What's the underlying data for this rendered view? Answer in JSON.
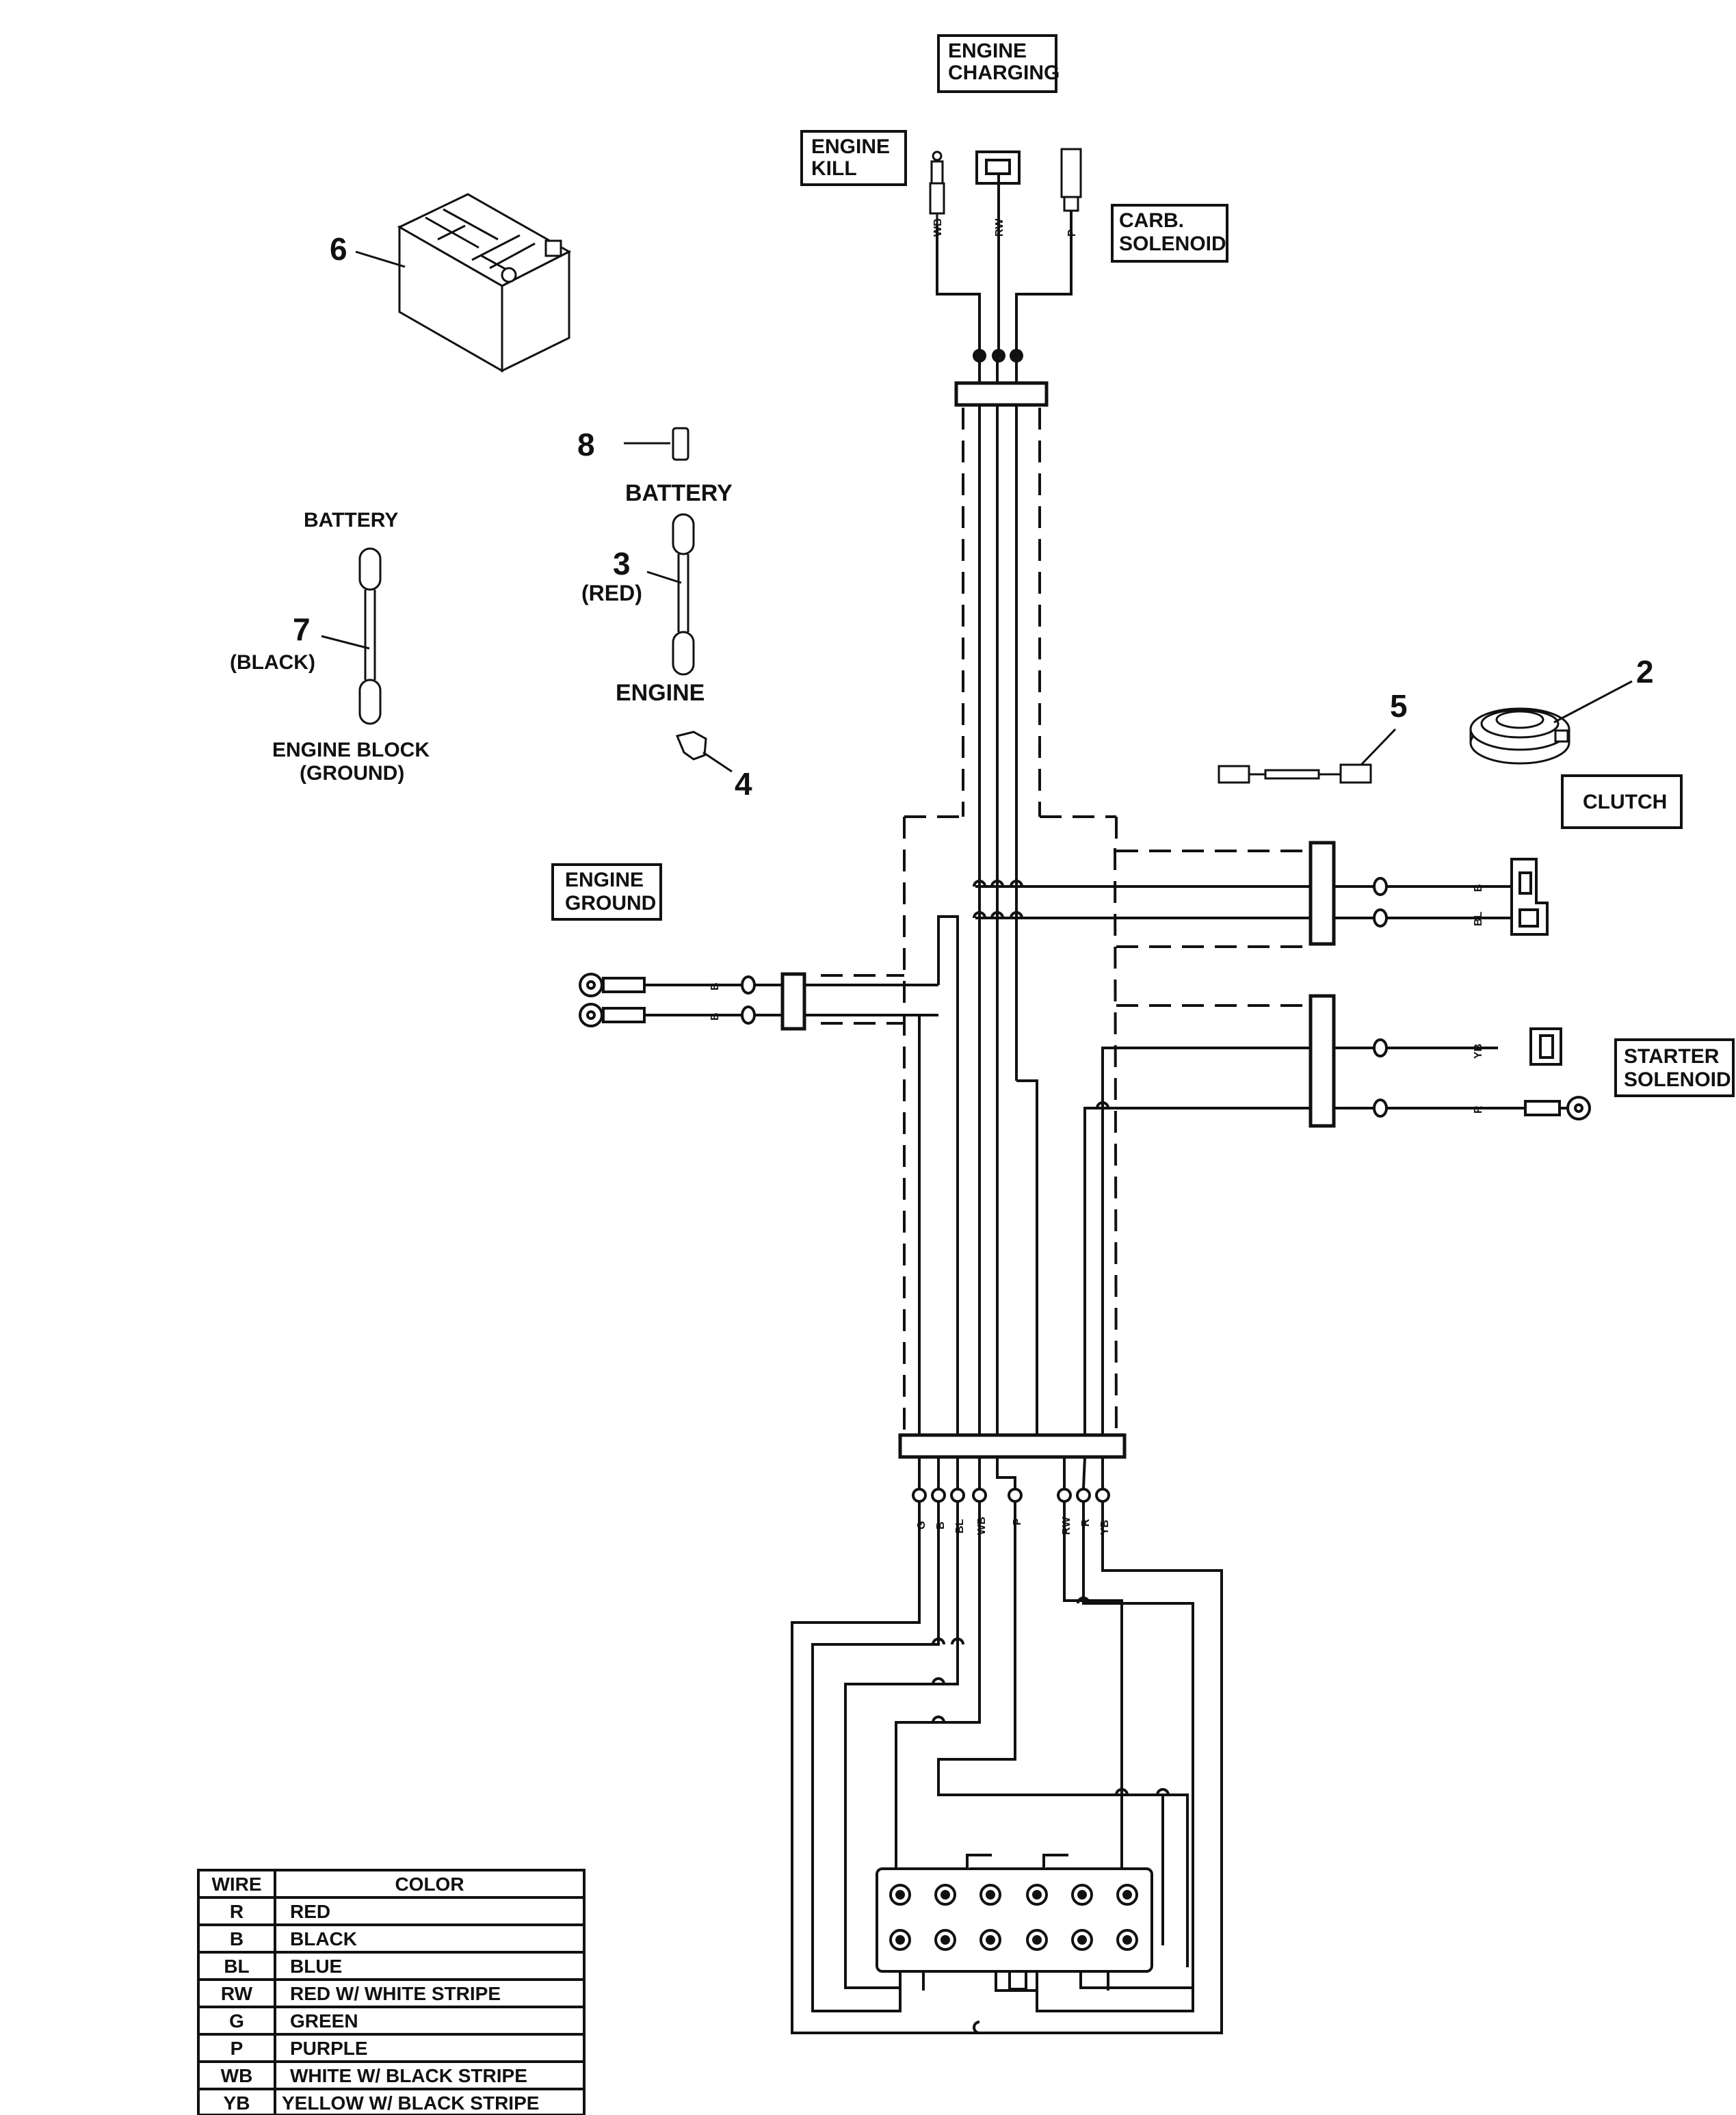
{
  "labels": {
    "engine_charging": [
      "ENGINE",
      "CHARGING"
    ],
    "engine_kill": [
      "ENGINE",
      "KILL"
    ],
    "carb_solenoid": [
      "CARB.",
      "SOLENOID"
    ],
    "clutch": "CLUTCH",
    "engine_ground": [
      "ENGINE",
      "GROUND"
    ],
    "starter_solenoid": [
      "STARTER",
      "SOLENOID"
    ]
  },
  "parts": {
    "battery": {
      "number": "6"
    },
    "fuse_holder": {
      "number": "8"
    },
    "red_cable": {
      "number": "3",
      "note": "(RED)",
      "top": "BATTERY",
      "bottom": "ENGINE"
    },
    "black_cable": {
      "number": "7",
      "note": "(BLACK)",
      "top": "BATTERY",
      "bottom": [
        "ENGINE BLOCK",
        "(GROUND)"
      ]
    },
    "terminal_boot": {
      "number": "4"
    },
    "diode_lead": {
      "number": "5"
    },
    "clutch_part": {
      "number": "2"
    }
  },
  "wire_tags": {
    "top": [
      "WB",
      "RW",
      "P"
    ],
    "clutch": [
      "B",
      "BL"
    ],
    "ground": [
      "B",
      "B"
    ],
    "starter": [
      "YB",
      "R"
    ],
    "bottom": [
      "G",
      "B",
      "BL",
      "WB",
      "P",
      "RW",
      "R",
      "YB"
    ]
  },
  "table": {
    "headers": [
      "WIRE",
      "COLOR"
    ],
    "rows": [
      [
        "R",
        "RED"
      ],
      [
        "B",
        "BLACK"
      ],
      [
        "BL",
        "BLUE"
      ],
      [
        "RW",
        "RED W/ WHITE STRIPE"
      ],
      [
        "G",
        "GREEN"
      ],
      [
        "P",
        "PURPLE"
      ],
      [
        "WB",
        "WHITE W/ BLACK STRIPE"
      ],
      [
        "YB",
        "YELLOW W/ BLACK STRIPE"
      ]
    ]
  }
}
